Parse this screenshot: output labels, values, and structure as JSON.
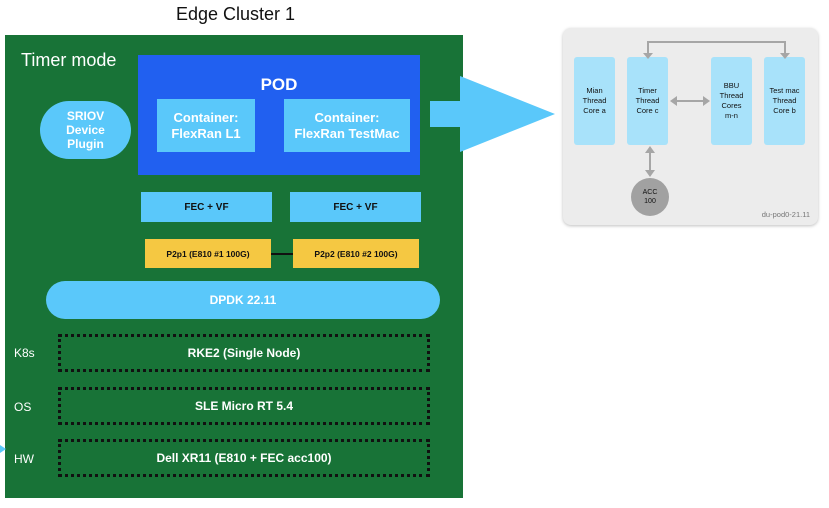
{
  "cluster": {
    "title": "Edge Cluster 1",
    "mode": "Timer mode"
  },
  "sriov_plugin": {
    "label": "SRIOV Device Plugin"
  },
  "pod": {
    "title": "POD",
    "containers": [
      {
        "label": "Container: FlexRan L1"
      },
      {
        "label": "Container: FlexRan TestMac"
      }
    ]
  },
  "fec": [
    {
      "label": "FEC + VF"
    },
    {
      "label": "FEC + VF"
    }
  ],
  "nics": [
    {
      "label": "P2p1 (E810 #1 100G)"
    },
    {
      "label": "P2p2 (E810 #2 100G)"
    }
  ],
  "dpdk": {
    "label": "DPDK 22.11"
  },
  "layers": [
    {
      "tag": "K8s",
      "label": "RKE2 (Single Node)"
    },
    {
      "tag": "OS",
      "label": "SLE Micro RT 5.4"
    },
    {
      "tag": "HW",
      "label": "Dell XR11 (E810 + FEC acc100)"
    }
  ],
  "core_panel": {
    "cores": [
      {
        "label": "Mian Thread Core a"
      },
      {
        "label": "Timer Thread Core c"
      },
      {
        "label": "BBU Thread Cores m-n"
      },
      {
        "label": "Test mac Thread Core b"
      }
    ],
    "acc": {
      "label": "ACC 100"
    },
    "caption": "du-pod0-21.11"
  },
  "colors": {
    "cluster_bg": "#187337",
    "pod_bg": "#2160f0",
    "light_blue": "#5ac8fa",
    "nic_yellow": "#f5c842",
    "core_blue": "#a8e2fa",
    "acc_gray": "#a1a1a1",
    "arrow_blue": "#5ac8fa"
  }
}
